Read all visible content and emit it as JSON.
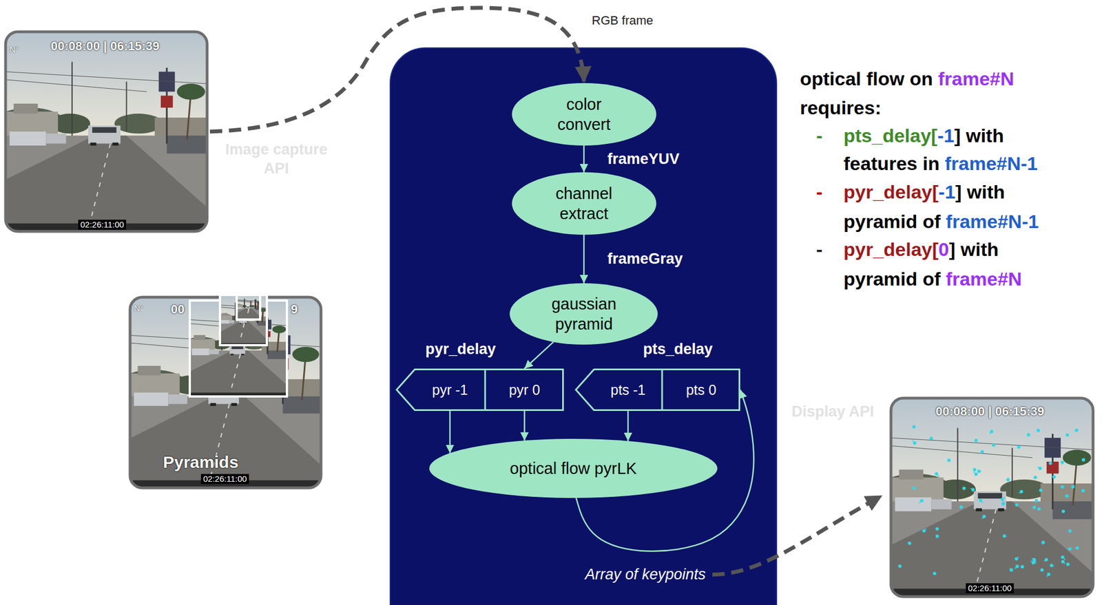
{
  "diagram": {
    "nodes": [
      {
        "text": [
          "color convert"
        ]
      },
      {
        "text": [
          "channel extract"
        ]
      },
      {
        "text": [
          "gaussian pyramid"
        ]
      },
      {
        "text": [
          "pyr_delay"
        ]
      },
      {
        "text": [
          "pyr -1"
        ],
        "in": 3
      },
      {
        "text": [
          "pyr 0"
        ],
        "in": 3
      },
      {
        "text": [
          "pts_delay"
        ]
      },
      {
        "text": [
          "pts -1"
        ],
        "in": 6
      },
      {
        "text": [
          "pts 0"
        ],
        "in": 6
      },
      {
        "text": [
          "optical flow pyrLK"
        ]
      }
    ],
    "edges": [
      {
        "from": 0,
        "to": 1,
        "arrow": "to",
        "label": "frameYUV"
      },
      {
        "from": 1,
        "to": 2,
        "arrow": "to",
        "label": "frameGray"
      },
      {
        "from": 2,
        "to": 5,
        "arrow": "to"
      },
      {
        "from": 4,
        "to": 9,
        "arrow": "to"
      },
      {
        "from": 5,
        "to": 9,
        "arrow": "to"
      },
      {
        "from": 7,
        "to": 9,
        "arrow": "to"
      },
      {
        "from": 9,
        "to": 8,
        "arrow": "to"
      }
    ],
    "labels": [
      "RGB frame",
      "Image capture API",
      "Display API",
      "Array of keypoints",
      "00:08:00 | 06:15:39",
      "N°",
      "02:26:11:00",
      "N°",
      "00",
      "9",
      "Pyramids",
      "02:26:11:00",
      "00:08:00 | 06:15:39",
      "02:26:11:00",
      "optical flow on",
      "frame#N",
      "requires:",
      "-",
      "pts_delay[",
      "-1",
      "] with",
      "features in",
      "frame#N-1",
      "-",
      "pyr_delay[",
      "-1",
      "] with",
      "pyramid of",
      "frame#N-1",
      "-",
      "pyr_delay[",
      "0",
      "] with",
      "pyramid of",
      "frame#N"
    ]
  }
}
